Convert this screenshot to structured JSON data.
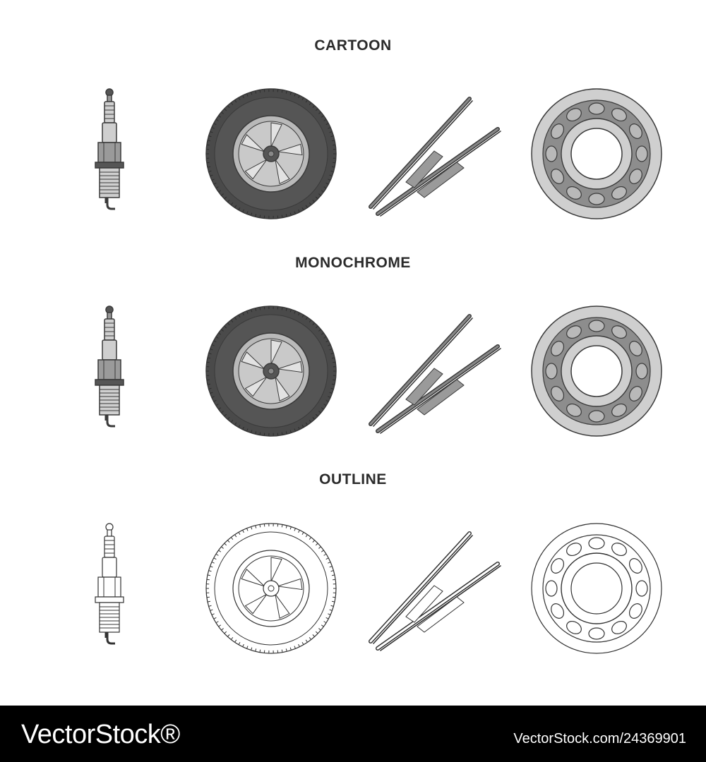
{
  "sections": [
    {
      "title": "CARTOON",
      "style": "filled"
    },
    {
      "title": "MONOCHROME",
      "style": "filled"
    },
    {
      "title": "OUTLINE",
      "style": "outline"
    }
  ],
  "icons": [
    "spark-plug-icon",
    "tire-icon",
    "wiper-blades-icon",
    "ball-bearing-icon"
  ],
  "colors": {
    "tire": "#4a4a4a",
    "rim": "#b9b9b9",
    "metal_light": "#cfcfcf",
    "metal_mid": "#9a9a9a",
    "metal_dark": "#555555",
    "outline": "#333333",
    "footer_bg": "#000000"
  },
  "footer": {
    "logo": "VectorStock®",
    "stock_id": "VectorStock.com/24369901"
  }
}
